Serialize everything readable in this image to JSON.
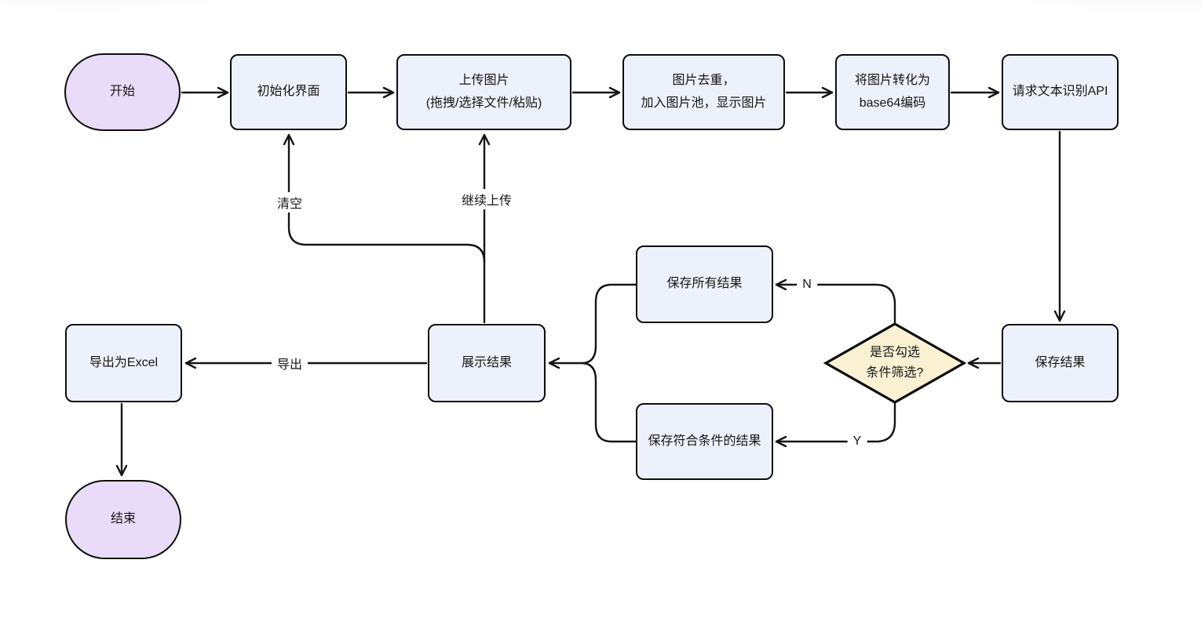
{
  "diagram": {
    "type": "flowchart",
    "background": "#ffffff",
    "palette": {
      "process_fill": "#edf1fb",
      "terminal_fill": "#e9dcf8",
      "decision_fill": "#faf0d2",
      "stroke": "#0d0d0d",
      "text": "#161616"
    },
    "nodes": {
      "start": {
        "shape": "stadium",
        "label": "开始"
      },
      "init": {
        "shape": "process",
        "label": "初始化界面"
      },
      "upload": {
        "shape": "process",
        "label": "上传图片\n(拖拽/选择文件/粘贴)"
      },
      "dedup": {
        "shape": "process",
        "label": "图片去重，\n加入图片池，显示图片"
      },
      "base64": {
        "shape": "process",
        "label": "将图片转化为\nbase64编码"
      },
      "api": {
        "shape": "process",
        "label": "请求文本识别API"
      },
      "save": {
        "shape": "process",
        "label": "保存结果"
      },
      "decision": {
        "shape": "diamond",
        "label": "是否勾选\n条件筛选?"
      },
      "save_all": {
        "shape": "process",
        "label": "保存所有结果"
      },
      "save_cond": {
        "shape": "process",
        "label": "保存符合条件的结果"
      },
      "display": {
        "shape": "process",
        "label": "展示结果"
      },
      "export_excel": {
        "shape": "process",
        "label": "导出为Excel"
      },
      "end": {
        "shape": "stadium",
        "label": "结束"
      }
    },
    "edge_labels": {
      "clear": "清空",
      "continue_upload": "继续上传",
      "export": "导出",
      "no": "N",
      "yes": "Y"
    }
  }
}
